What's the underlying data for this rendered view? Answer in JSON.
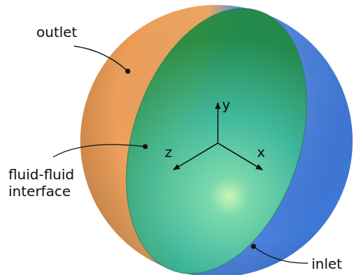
{
  "diagram": {
    "labels": [
      "outlet",
      "fluid-fluid interface",
      "inlet",
      "y",
      "z",
      "x"
    ]
  }
}
